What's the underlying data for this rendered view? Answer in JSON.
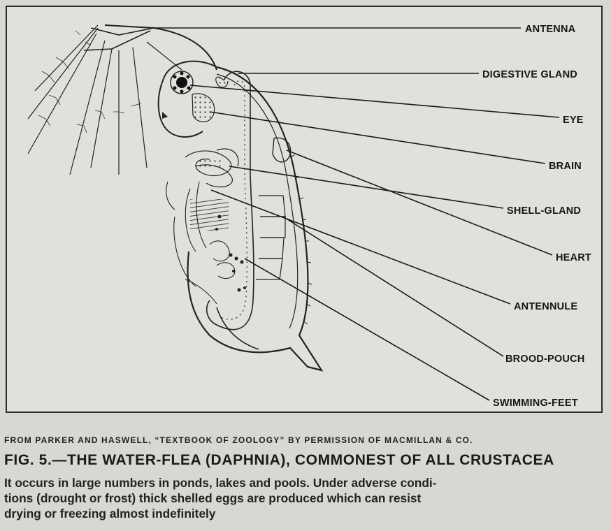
{
  "figure": {
    "labels": [
      {
        "id": "antenna",
        "text": "ANTENNA"
      },
      {
        "id": "digestive-gland",
        "text": "DIGESTIVE GLAND"
      },
      {
        "id": "eye",
        "text": "EYE"
      },
      {
        "id": "brain",
        "text": "BRAIN"
      },
      {
        "id": "shell-gland",
        "text": "SHELL-GLAND"
      },
      {
        "id": "heart",
        "text": "HEART"
      },
      {
        "id": "antennule",
        "text": "ANTENNULE"
      },
      {
        "id": "brood-pouch",
        "text": "BROOD-POUCH"
      },
      {
        "id": "swimming-feet",
        "text": "SWIMMING-FEET"
      }
    ]
  },
  "credit": "FROM PARKER AND HASWELL, “TEXTBOOK OF ZOOLOGY” BY PERMISSION OF MACMILLAN & CO.",
  "title": "FIG. 5.—THE WATER-FLEA (DAPHNIA), COMMONEST OF ALL CRUSTACEA",
  "caption_lines": [
    "It occurs in large numbers in ponds, lakes and pools. Under adverse condi-",
    "tions (drought or frost) thick shelled eggs are produced which can resist",
    "drying or freezing almost indefinitely"
  ]
}
